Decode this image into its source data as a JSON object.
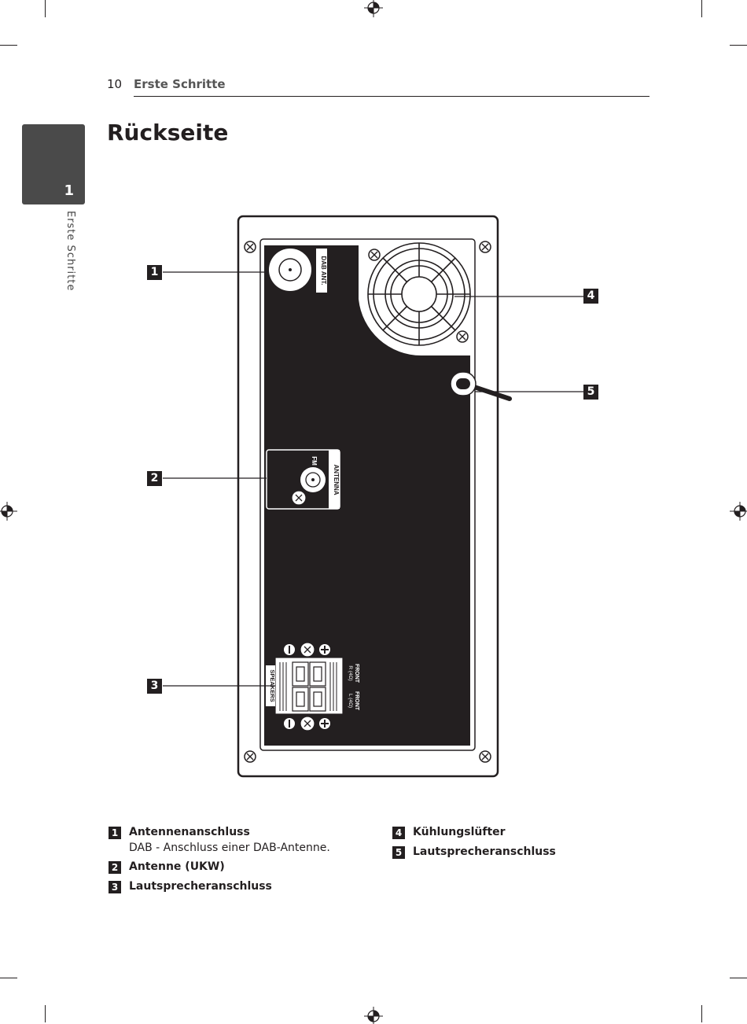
{
  "header": {
    "page_number": "10",
    "section": "Erste Schritte"
  },
  "chapter_tab": {
    "number": "1",
    "label": "Erste Schritte"
  },
  "heading": "Rückseite",
  "figure": {
    "labels": {
      "dab": "DAB ANT.",
      "antenna": "ANTENNA",
      "fm": "FM",
      "speakers": "SPEAKERS",
      "front_r": "FRONT",
      "front_r_sub": "R (4Ω)",
      "front_l": "FRONT",
      "front_l_sub": "L (4Ω)"
    },
    "callouts": [
      "1",
      "2",
      "3",
      "4",
      "5"
    ]
  },
  "legend": {
    "left": [
      {
        "num": "1",
        "title": "Antennenanschluss",
        "desc": "DAB - Anschluss einer DAB-Antenne."
      },
      {
        "num": "2",
        "title": "Antenne (UKW)",
        "desc": ""
      },
      {
        "num": "3",
        "title": "Lautsprecheranschluss",
        "desc": ""
      }
    ],
    "right": [
      {
        "num": "4",
        "title": "Kühlungslüfter"
      },
      {
        "num": "5",
        "title": "Lautsprecheranschluss"
      }
    ]
  }
}
